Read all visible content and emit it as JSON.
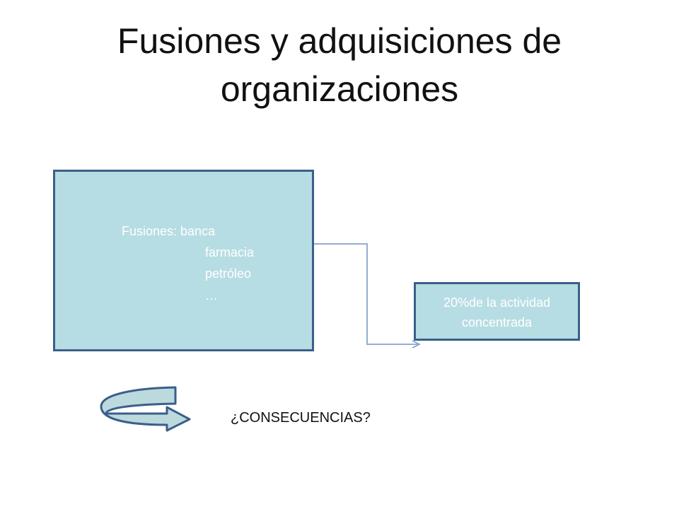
{
  "title": {
    "line1": "Fusiones y adquisiciones de",
    "line2": "organizaciones"
  },
  "left_box": {
    "lines": [
      "Fusiones: banca",
      "farmacia",
      "petróleo",
      "…"
    ]
  },
  "right_box": {
    "lines": [
      "20%de la actividad",
      "concentrada"
    ]
  },
  "question": "¿CONSECUENCIAS?",
  "colors": {
    "box_fill": "#b6dde3",
    "box_border": "#3a5f8a",
    "connector": "#6f94bf",
    "curved_arrow_fill": "#bcd9dd",
    "box_text": "#ffffff"
  }
}
